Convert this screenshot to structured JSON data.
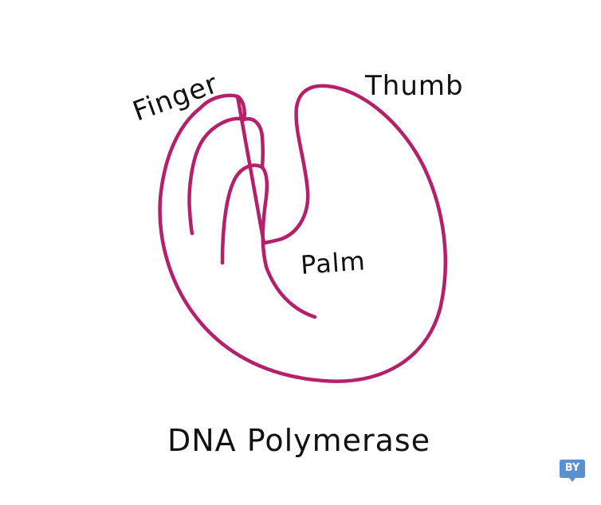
{
  "labels": {
    "finger": "Finger",
    "thumb": "Thumb",
    "palm": "Palm",
    "caption": "DNA Polymerase"
  },
  "colors": {
    "outline": "#b5206a",
    "text": "#111111",
    "badge": "#5a8fd0"
  },
  "badge": {
    "text": "BY"
  }
}
